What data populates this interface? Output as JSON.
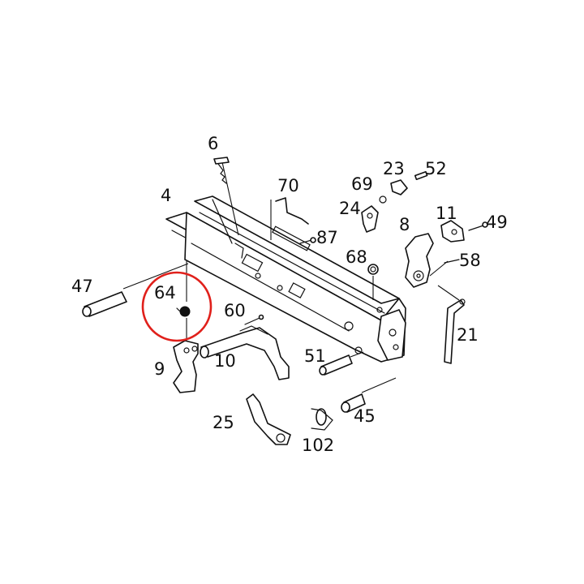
{
  "diagram": {
    "labels": {
      "p4": "4",
      "p6": "6",
      "p8": "8",
      "p9": "9",
      "p10": "10",
      "p11": "11",
      "p21": "21",
      "p23": "23",
      "p24": "24",
      "p25": "25",
      "p45": "45",
      "p47": "47",
      "p49": "49",
      "p51": "51",
      "p52": "52",
      "p58": "58",
      "p60": "60",
      "p64": "64",
      "p68": "68",
      "p69": "69",
      "p70": "70",
      "p87": "87",
      "p102": "102"
    },
    "highlighted_part": "64",
    "highlight_color": "#e0201b",
    "line_color": "#111111",
    "background_color": "#ffffff"
  }
}
